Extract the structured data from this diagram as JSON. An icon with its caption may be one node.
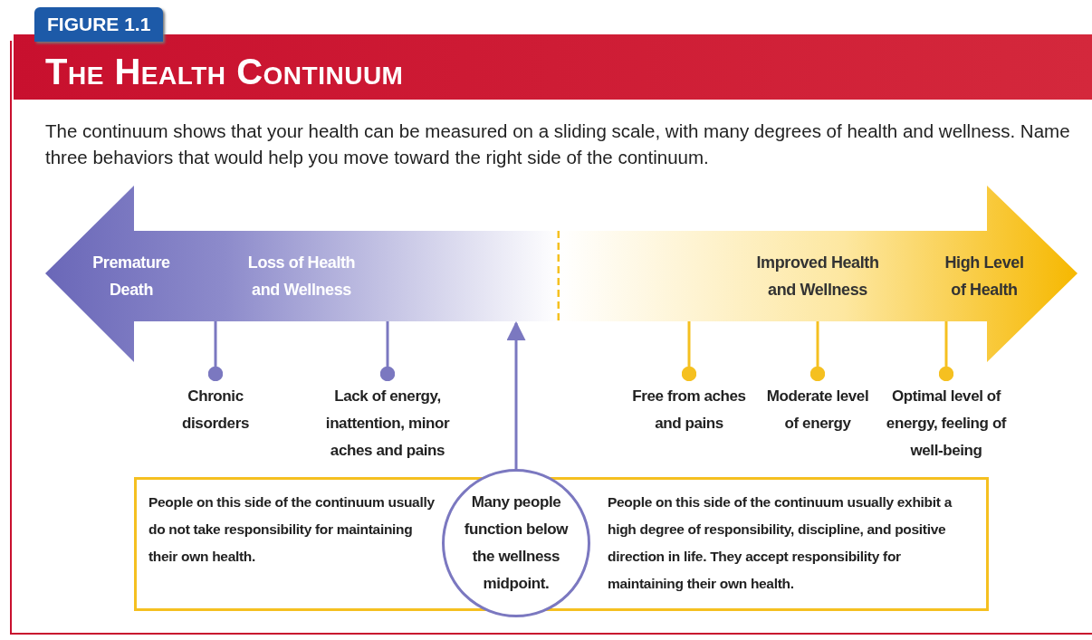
{
  "diagram": {
    "title": "The Health Continuum",
    "nodes": [
      {
        "text": [
          "Premature Death",
          "Loss of Health and Wellness"
        ]
      },
      {
        "text": [
          "Improved Health and Wellness",
          "High Level of Health"
        ]
      },
      {
        "text": [
          "Chronic disorders"
        ]
      },
      {
        "text": [
          "Lack of energy, inattention, minor aches and pains"
        ]
      },
      {
        "text": [
          "Free from aches and pains"
        ]
      },
      {
        "text": [
          "Moderate level of energy"
        ]
      },
      {
        "text": [
          "Optimal level of energy, feeling of well-being"
        ]
      },
      {
        "text": [
          "People on this side of the continuum usually do not take responsibility for maintaining their own health.",
          "People on this side of the continuum usually exhibit a high degree of responsibility, discipline, and positive direction in life. They accept responsibility for maintaining their own health."
        ]
      },
      {
        "text": [
          "Many people function below the wellness midpoint."
        ]
      }
    ],
    "edges": [
      {
        "from": 2,
        "to": 0,
        "arrow": "other",
        "color": "#7b78c0"
      },
      {
        "from": 3,
        "to": 0,
        "arrow": "other",
        "color": "#7b78c0"
      },
      {
        "from": 4,
        "to": 1,
        "arrow": "other",
        "color": "#f5c020"
      },
      {
        "from": 5,
        "to": 1,
        "arrow": "other",
        "color": "#f5c020"
      },
      {
        "from": 6,
        "to": 1,
        "arrow": "other",
        "color": "#f5c020"
      },
      {
        "from": 8,
        "to": 0,
        "arrow": "to",
        "color": "#7b78c0"
      }
    ],
    "labels": [
      "FIGURE 1.1",
      "The continuum shows that your health can be measured on a sliding scale, with many degrees of health and wellness. Name three behaviors that would help you move toward the right side of the continuum."
    ]
  }
}
